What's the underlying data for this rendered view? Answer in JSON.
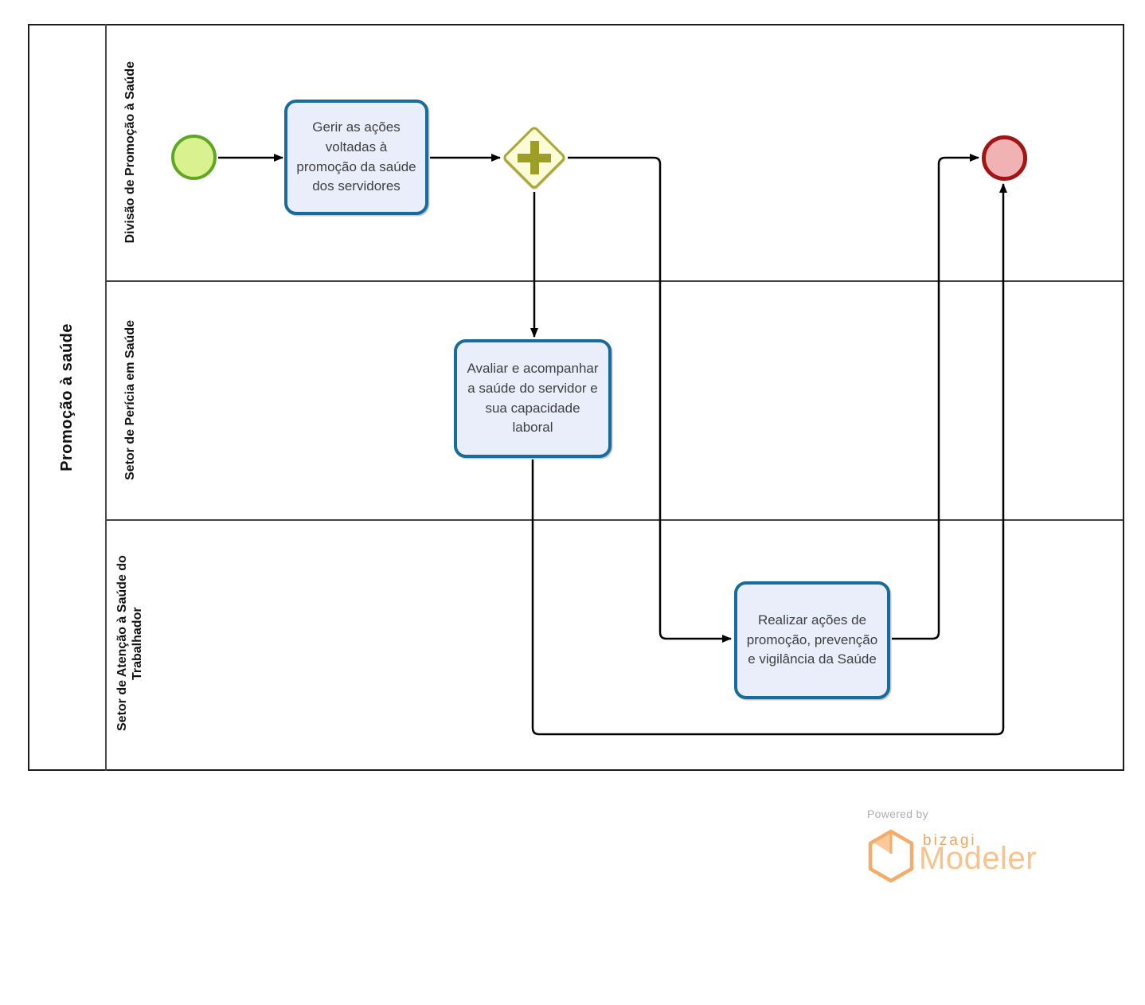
{
  "diagram": {
    "pool": {
      "label": "Promoção à saúde"
    },
    "lanes": [
      {
        "label": "Divisão de Promoção à Saúde"
      },
      {
        "label": "Setor de Perícia em Saúde"
      },
      {
        "label": "Setor de Atenção à Saúde do Trabalhador"
      }
    ],
    "nodes": {
      "start_event": {
        "type": "start-event",
        "lane": "Divisão de Promoção à Saúde"
      },
      "task_gerir": {
        "type": "task",
        "lane": "Divisão de Promoção à Saúde",
        "label": "Gerir as ações voltadas à promoção da saúde dos servidores"
      },
      "parallel_gateway": {
        "type": "parallel-gateway",
        "lane": "Divisão de Promoção à Saúde"
      },
      "task_avaliar": {
        "type": "task",
        "lane": "Setor de Perícia em Saúde",
        "label": "Avaliar e acompanhar a saúde do servidor e sua capacidade laboral"
      },
      "task_realizar": {
        "type": "task",
        "lane": "Setor de Atenção à Saúde do Trabalhador",
        "label": "Realizar ações de promoção, prevenção e vigilância da Saúde"
      },
      "end_event": {
        "type": "end-event",
        "lane": "Divisão de Promoção à Saúde"
      }
    },
    "flows": [
      {
        "from": "start_event",
        "to": "task_gerir"
      },
      {
        "from": "task_gerir",
        "to": "parallel_gateway"
      },
      {
        "from": "parallel_gateway",
        "to": "task_avaliar"
      },
      {
        "from": "parallel_gateway",
        "to": "task_realizar"
      },
      {
        "from": "task_avaliar",
        "to": "end_event"
      },
      {
        "from": "task_realizar",
        "to": "end_event"
      }
    ],
    "colors": {
      "task_fill": "#eaeefb",
      "task_border": "#176c9c",
      "start_fill": "#d9f18e",
      "start_border": "#5ea722",
      "gateway_fill": "#fcfbd8",
      "gateway_border": "#a8a832",
      "gateway_plus": "#9d9e26",
      "end_fill": "#f0b2b2",
      "end_border": "#a21515",
      "flow_color": "#000000",
      "brand_orange": "#f2a864"
    }
  },
  "footer": {
    "powered_by": "Powered by",
    "brand": "bizagi",
    "product": "Modeler"
  }
}
